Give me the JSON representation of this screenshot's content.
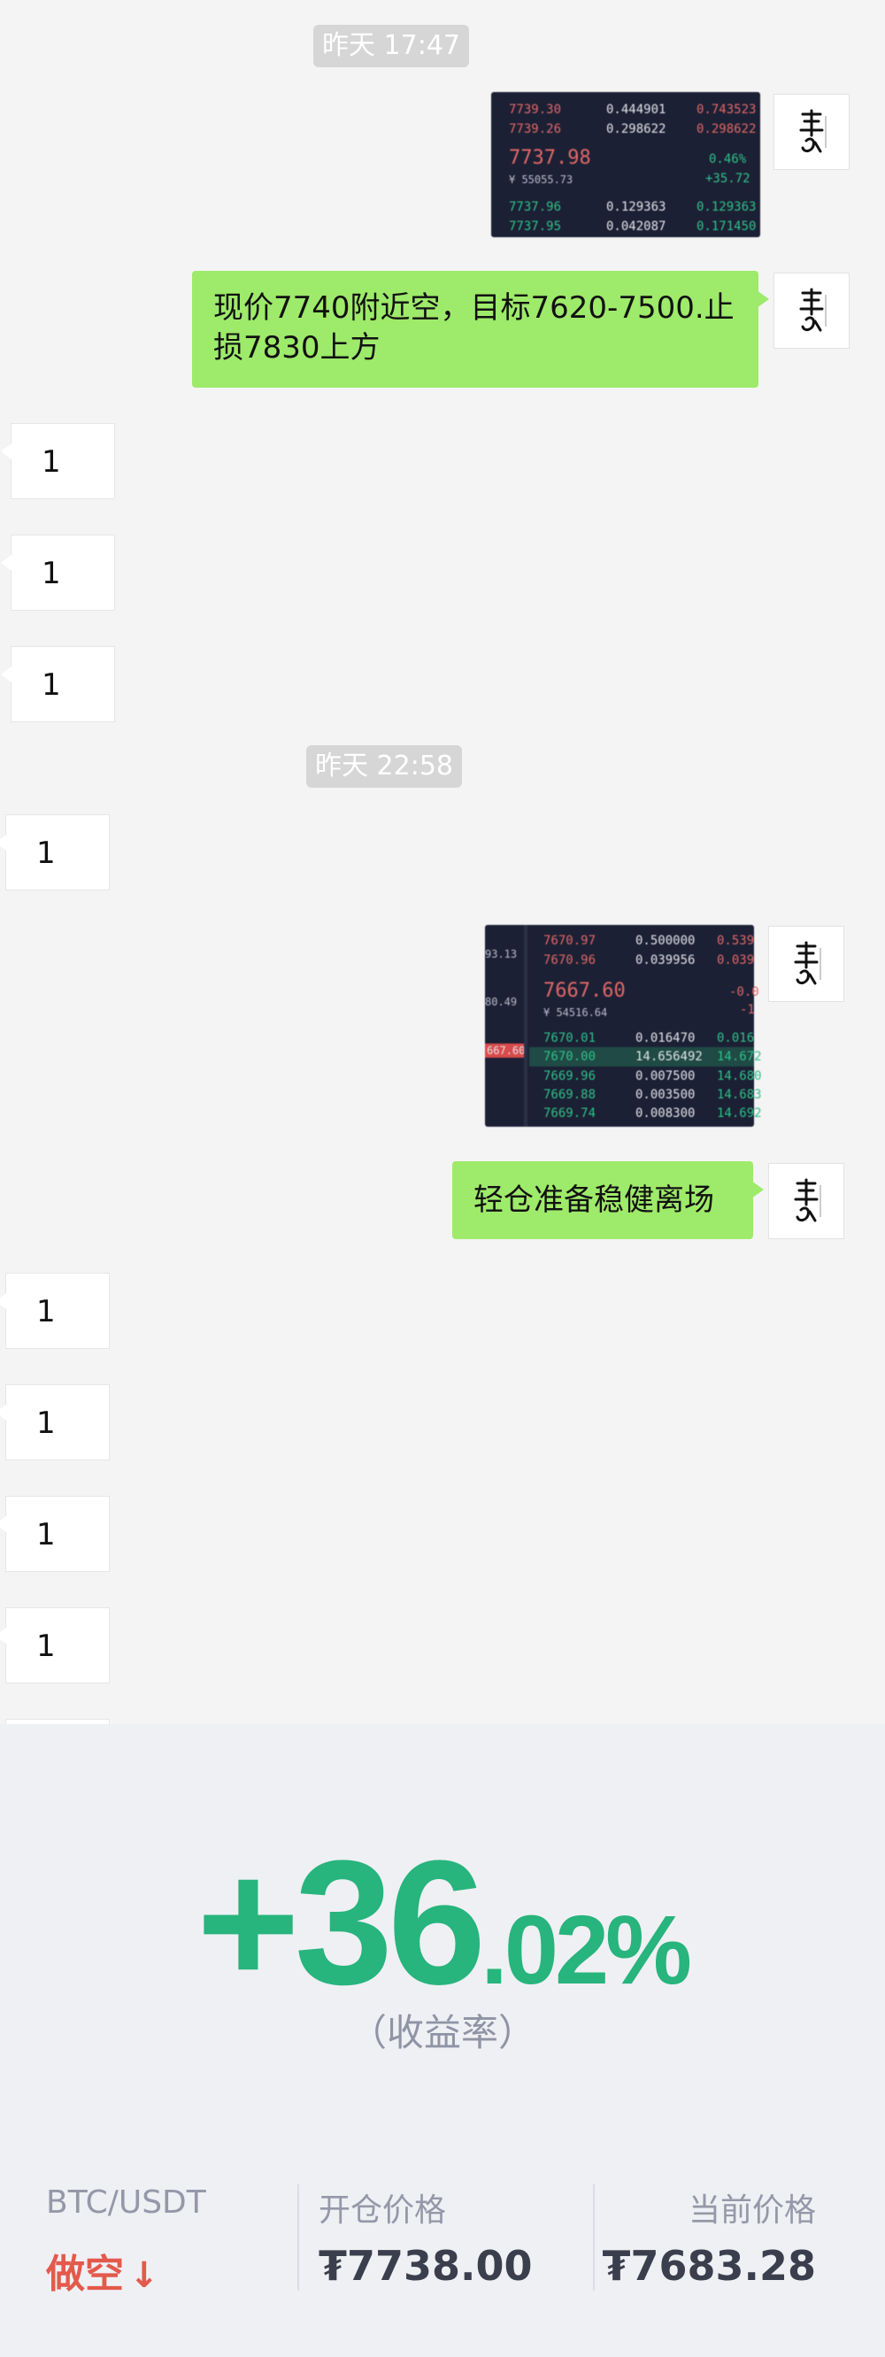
{
  "chat": {
    "timestamp1": "昨天 17:47",
    "message1": "现价7740附近空，目标7620-7500.止损7830上方",
    "timestamp2": "昨天 22:58",
    "message2": "轻仓准备稳健离场",
    "reply_text": "1",
    "screenshot1": {
      "rows": [
        {
          "price": "7739.30",
          "qty": "0.444901",
          "total": "0.743523",
          "color": "red"
        },
        {
          "price": "7739.26",
          "qty": "0.298622",
          "total": "0.298622",
          "color": "red"
        }
      ],
      "last_price": "7737.98",
      "cny": "¥ 55055.73",
      "change_pct": "0.46%",
      "change_abs": "+35.72",
      "bottom_rows": [
        {
          "price": "7737.96",
          "qty": "0.129363",
          "total": "0.129363",
          "color": "green"
        },
        {
          "price": "7737.95",
          "qty": "0.042087",
          "total": "0.171450",
          "color": "green"
        }
      ]
    },
    "screenshot2": {
      "left_labels": [
        "93.13",
        "80.49",
        "667.60"
      ],
      "rows": [
        {
          "price": "7670.97",
          "qty": "0.500000",
          "total": "0.539",
          "color": "red"
        },
        {
          "price": "7670.96",
          "qty": "0.039956",
          "total": "0.039",
          "color": "red"
        }
      ],
      "last_price": "7667.60",
      "cny": "¥ 54516.64",
      "change_pct": "-0.0",
      "change_abs": "-1",
      "bottom_rows": [
        {
          "price": "7670.01",
          "qty": "0.016470",
          "total": "0.016",
          "color": "green"
        },
        {
          "price": "7670.00",
          "qty": "14.656492",
          "total": "14.672",
          "color": "green"
        },
        {
          "price": "7669.96",
          "qty": "0.007500",
          "total": "14.680",
          "color": "green"
        },
        {
          "price": "7669.88",
          "qty": "0.003500",
          "total": "14.683",
          "color": "green"
        },
        {
          "price": "7669.74",
          "qty": "0.008300",
          "total": "14.692",
          "color": "green"
        }
      ]
    }
  },
  "result": {
    "plus": "+",
    "percent_int": "36",
    "percent_dec": ".02%",
    "rate_label": "（收益率）",
    "pair": "BTC/USDT",
    "direction": "做空",
    "direction_arrow": "↓",
    "open_label": "开仓价格",
    "open_value": "₮7738.00",
    "current_label": "当前价格",
    "current_value": "₮7683.28"
  },
  "colors": {
    "green_bubble": "#9eea6a",
    "profit_green": "#27b47d",
    "short_red": "#e35a4c"
  }
}
